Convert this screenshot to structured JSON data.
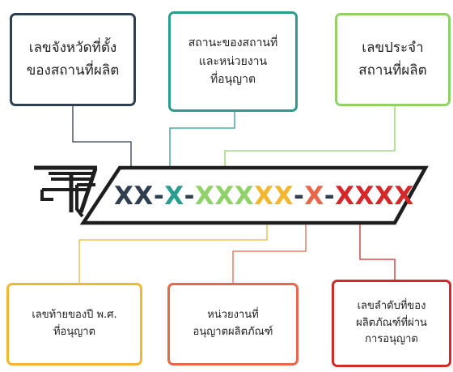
{
  "boxes": {
    "province": {
      "lines": [
        "เลขจังหวัดที่ตั้ง",
        "ของสถานที่ผลิต"
      ],
      "color": "#2f3f4f"
    },
    "place_type": {
      "lines": [
        "สถานะของสถานที่",
        "และหน่วยงาน",
        "ที่อนุญาต"
      ],
      "color": "#2a9d8f"
    },
    "place_id": {
      "lines": [
        "เลขประจำ",
        "สถานที่ผลิต"
      ],
      "color": "#90d26a"
    },
    "year": {
      "lines": [
        "เลขท้ายของปี พ.ศ.",
        "ที่อนุญาต"
      ],
      "color": "#f2b631"
    },
    "agency": {
      "lines": [
        "หน่วยงานที่",
        "อนุญาตผลิตภัณฑ์"
      ],
      "color": "#e8674a"
    },
    "sequence": {
      "lines": [
        "เลขลำดับที่ของ",
        "ผลิตภัณฑ์ที่ผ่าน",
        "การอนุญาต"
      ],
      "color": "#d62828"
    }
  },
  "code_segments": [
    {
      "text": "XX",
      "color": "#2f3f4f"
    },
    {
      "text": "-",
      "color": "#2f3f4f"
    },
    {
      "text": "X",
      "color": "#2a9d8f"
    },
    {
      "text": "-",
      "color": "#2f3f4f"
    },
    {
      "text": "XXX",
      "color": "#90d26a"
    },
    {
      "text": "XX",
      "color": "#f2b631"
    },
    {
      "text": "-",
      "color": "#2f3f4f"
    },
    {
      "text": "X",
      "color": "#e8674a"
    },
    {
      "text": "-",
      "color": "#2f3f4f"
    },
    {
      "text": "XXXX",
      "color": "#d62828"
    }
  ],
  "logo_color": "#1e1e1e",
  "bar_outline_color": "#1e1e1e"
}
